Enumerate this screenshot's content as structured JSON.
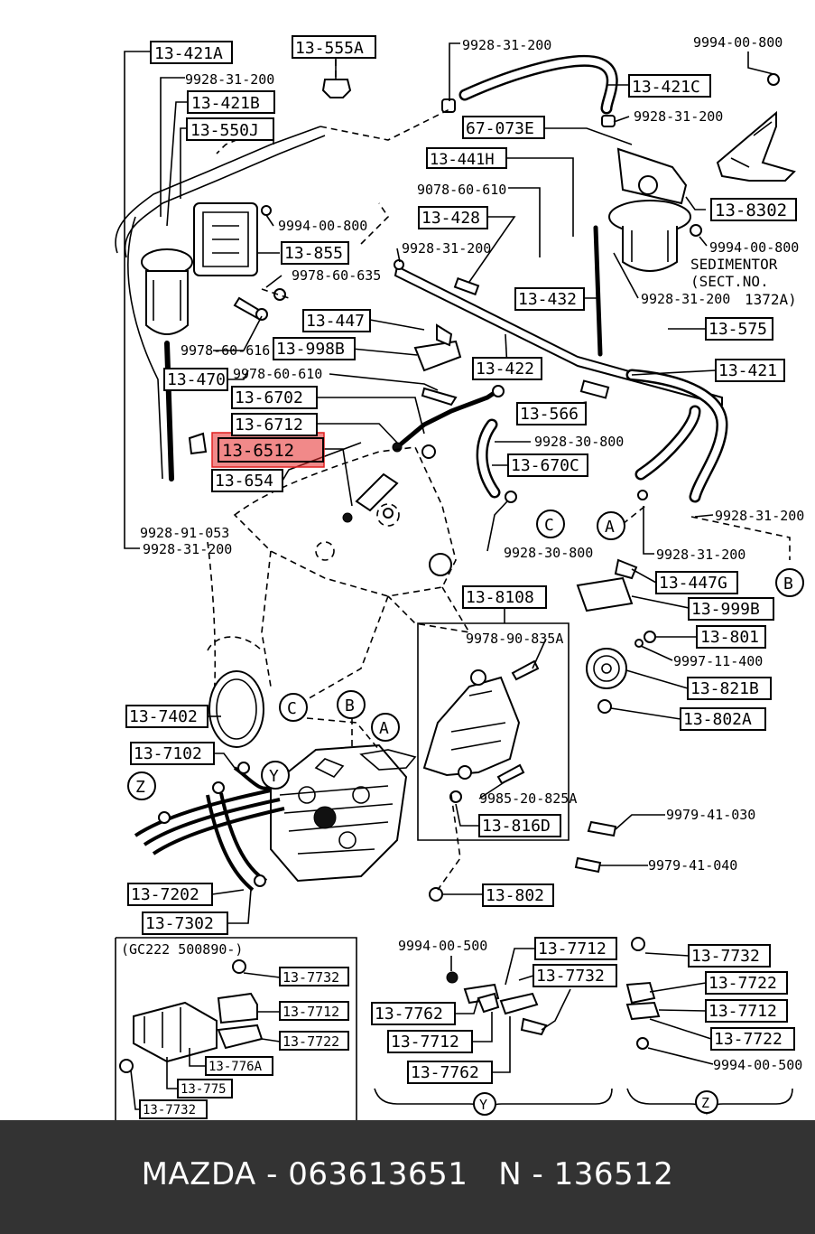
{
  "colors": {
    "highlight": "#e53935",
    "footer_bg": "#333333",
    "footer_text": "#ffffff"
  },
  "highlighted_part": "13-6512",
  "footer": {
    "text": "MAZDA - 063613651   N - 136512"
  },
  "labels": {
    "p13_421A": "13-421A",
    "p9928_31_200_a": "9928-31-200",
    "p13_421B": "13-421B",
    "p13_550J": "13-550J",
    "p13_555A": "13-555A",
    "p9928_31_200_b": "9928-31-200",
    "p13_421C": "13-421C",
    "p9928_31_200_c": "9928-31-200",
    "p9994_00_800_a": "9994-00-800",
    "p67_073E": "67-073E",
    "p13_441H": "13-441H",
    "p9078_60_610": "9078-60-610",
    "p13_428": "13-428",
    "p9928_31_200_d": "9928-31-200",
    "p13_8302": "13-8302",
    "p9994_00_800_b": "9994-00-800",
    "sedimentor": "SEDIMENTOR",
    "sect_no": "(SECT.NO.",
    "p1372A": "1372A)",
    "p9928_31_200_e": "9928-31-200",
    "p13_432": "13-432",
    "p9994_00_800_c": "9994-00-800",
    "p13_855": "13-855",
    "p9978_60_635": "9978-60-635",
    "p13_447": "13-447",
    "p13_998B": "13-998B",
    "p9978_60_616": "9978-60-616",
    "p13_470": "13-470",
    "p9978_60_610": "9978-60-610",
    "p13_422": "13-422",
    "p13_575": "13-575",
    "p13_421": "13-421",
    "p13_6702": "13-6702",
    "p13_566": "13-566",
    "p13_6712": "13-6712",
    "p9928_30_800_a": "9928-30-800",
    "p13_6512": "13-6512",
    "p13_670C": "13-670C",
    "p13_654": "13-654",
    "p9928_31_200_f": "9928-31-200",
    "p9928_91_053": "9928-91-053",
    "p9928_31_200_g": "9928-31-200",
    "p9928_30_800_b": "9928-30-800",
    "p9928_31_200_h": "9928-31-200",
    "p13_447G": "13-447G",
    "p13_999B": "13-999B",
    "p13_8108": "13-8108",
    "p9978_90_835A": "9978-90-835A",
    "p13_801": "13-801",
    "p9997_11_400": "9997-11-400",
    "p13_821B": "13-821B",
    "p13_7402": "13-7402",
    "p13_802A": "13-802A",
    "p13_7102": "13-7102",
    "p9985_20_825A": "9985-20-825A",
    "p9979_41_030": "9979-41-030",
    "p13_816D": "13-816D",
    "p9979_41_040": "9979-41-040",
    "p13_7202": "13-7202",
    "p13_802": "13-802",
    "p13_7302": "13-7302",
    "serial": "(GC222 500890-)",
    "p9994_00_500_a": "9994-00-500",
    "p13_7712_a": "13-7712",
    "p13_7732_a": "13-7732",
    "p13_7732_b": "13-7732",
    "p13_7732_c": "13-7732",
    "p13_7722_a": "13-7722",
    "p13_7712_b": "13-7712",
    "p13_7762_a": "13-7762",
    "p13_7712_c": "13-7712",
    "p13_7722_b": "13-7722",
    "p13_7712_d": "13-7712",
    "p13_7722_c": "13-7722",
    "p13_776A": "13-776A",
    "p13_7762_b": "13-7762",
    "p9994_00_500_b": "9994-00-500",
    "p13_775": "13-775",
    "p13_7732_d": "13-7732",
    "c_A1": "A",
    "c_B1": "B",
    "c_C1": "C",
    "c_A2": "A",
    "c_B2": "B",
    "c_C2": "C",
    "c_Y1": "Y",
    "c_Z1": "Z",
    "c_Y2": "Y",
    "c_Z2": "Z"
  }
}
